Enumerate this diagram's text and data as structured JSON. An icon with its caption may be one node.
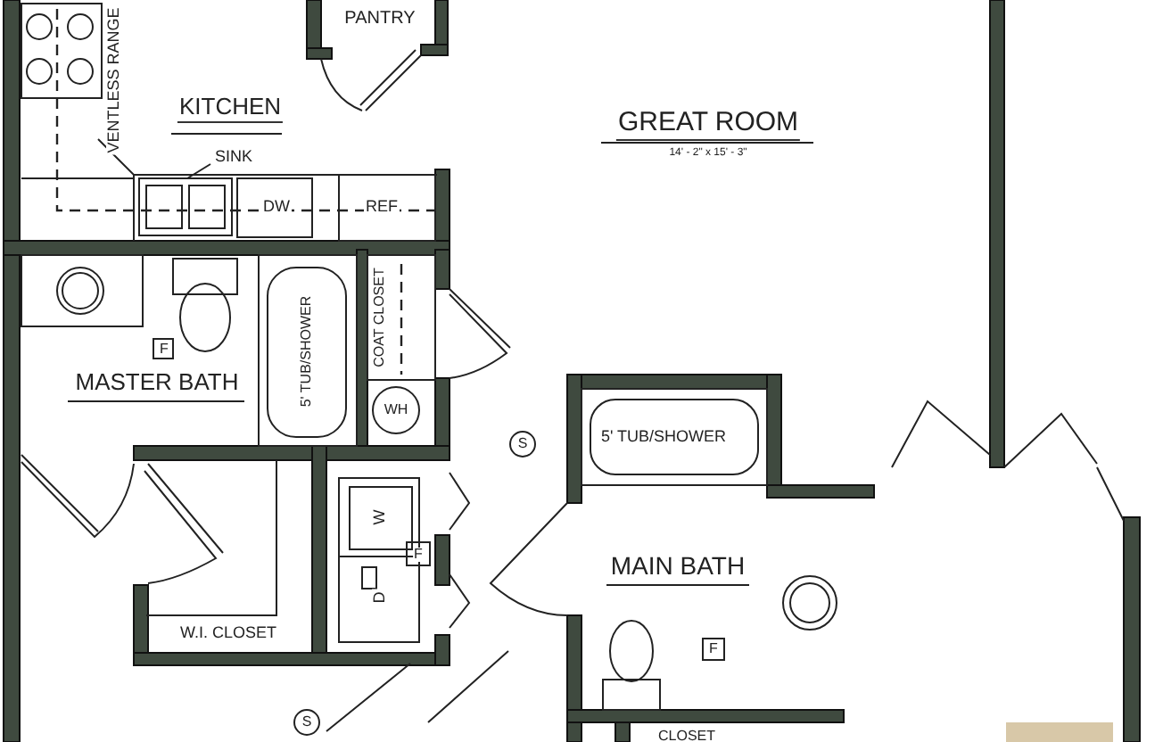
{
  "diagram": {
    "labels": [
      "PANTRY",
      "KITCHEN",
      "VENTLESS RANGE",
      "GREAT ROOM",
      "14' - 2\" x 15' - 3\"",
      "SINK",
      "DW",
      "REF",
      "COAT CLOSET",
      "5' TUB/SHOWER",
      "F",
      "MASTER BATH",
      "WH",
      "S",
      "5' TUB/SHOWER",
      "W",
      "F",
      "MAIN BATH",
      "D",
      "F",
      "W.I. CLOSET",
      "S",
      "CLOSET"
    ]
  }
}
